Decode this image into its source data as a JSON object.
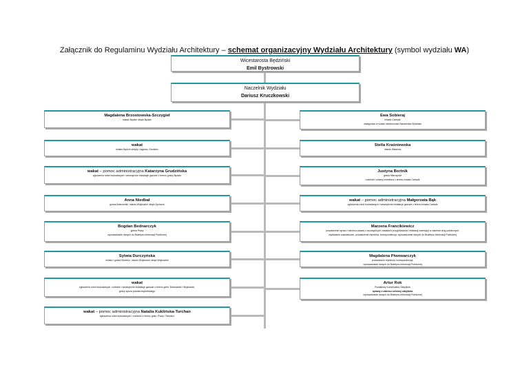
{
  "header": {
    "prefix": "Załącznik do Regulaminu Wydziału Architektury – ",
    "main": "schemat organizacyjny Wydziału Architektury",
    "middle": " (symbol wydziału ",
    "code": "WA",
    "suffix": ")"
  },
  "top_boxes": [
    {
      "role": "Wicestarosta Będziński",
      "name": "Emil Bystrowski"
    },
    {
      "role": "Naczelnik Wydziału",
      "name": "Dariusz Kruczkowski"
    }
  ],
  "left": [
    {
      "name": "Magdalena Brzostowska-Szczygieł",
      "lines": [
        "miasto Będzin obręb Będzin"
      ]
    },
    {
      "name": "wakat",
      "lines": [
        "miasto Będzin obręby: Łagisza, Grodziec"
      ]
    },
    {
      "name_pre": "wakat",
      "name_mid": " – pomoc administracyjna ",
      "name_post": "Katarzyna Grudzińska",
      "lines": [
        "zgłoszenia robót budowlanych i wewnętrzne instalacje gazowe z terenu gminy Będzin"
      ]
    },
    {
      "name": "Anna Niedbał",
      "lines": [
        "gmina Bobrowniki, miasto Wojkowice obręb Żychcice"
      ]
    },
    {
      "name": "Bogdan Bednarczyk",
      "lines": [
        "gmina Psary",
        "wprowadzanie danych do Biuletynu Informacji Publicznej"
      ]
    },
    {
      "name": "Sylwia Durczyńska",
      "lines": [
        "miasto i gmina Siewierz, miasto Wojkowice obręb Wojkowice"
      ]
    },
    {
      "name": "wakat",
      "lines": [
        "zgłoszenia robót budowlanych, rozbiórki i wewnętrzne instalacje gazowe z terenu gmin: Bobrowniki i Wojkowice,",
        "gminy spoza powiatu będzińskiego"
      ]
    },
    {
      "name_pre": "wakat",
      "name_mid": " – pomoc administracyjna ",
      "name_post": "Natalia Kuklińska-Turchan",
      "lines": [
        "zgłoszenia robót budowlanych i rozbiórki z terenu gmin: Psary i Siewierz"
      ]
    }
  ],
  "right": [
    {
      "name": "Ewa Sobieraj",
      "lines": [
        "miasto Czeladź",
        "zastępstwo w czasie nieobecności Naczelnika Wydziału"
      ]
    },
    {
      "name": "Stella Kraśniewska",
      "lines": [
        "miasto Sławków"
      ]
    },
    {
      "name": "Justyna Bortnik",
      "lines": [
        "gmina Mierzęcice",
        "rozbiórki i zmiany inwestora z terenu miasta Czeladź"
      ]
    },
    {
      "name_pre": "wakat",
      "name_mid": " – pomoc administracyjna ",
      "name_post": "Małgorzata Bąk",
      "lines": [
        "zgłoszenia robót budowlanych i wewnętrzne instalacje gazowe z terenu miasta Czeladź"
      ]
    },
    {
      "name": "Marzena Francikiewicz",
      "lines": [
        "prowadzenie spraw z zakresu ustawy o szczególnych zasadach przygotowania i realizacji inwestycji w zakresie dróg publicznych,",
        "wydawanie zaświadczeń, prowadzenie rejestrów, korespondencja, wprowadzanie danych do Biuletynu Informacji Publicznej"
      ]
    },
    {
      "name": "Magdalena Piwowarczyk",
      "lines": [
        "prowadzenie rejestrów, korespondencja,",
        "wprowadzanie danych do Biuletynu Informacji Publicznej"
      ]
    },
    {
      "name": "Artur Rok",
      "lines": [
        "Powiatowy Konserwator Zabytków",
        "sprawy z zakresu ochrony zabytków",
        "wprowadzanie danych do Biuletynu Informacji Publicznej"
      ]
    }
  ]
}
